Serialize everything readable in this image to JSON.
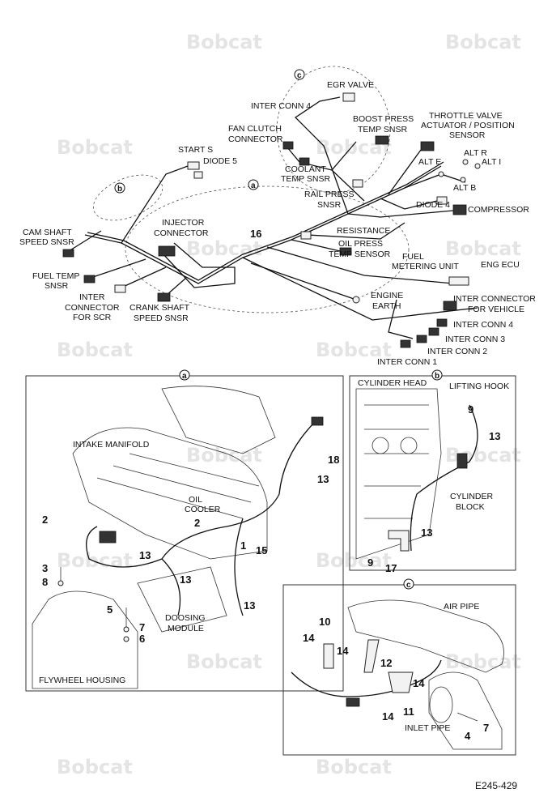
{
  "watermark": "Bobcat",
  "harness_labels": {
    "c_ref": "c",
    "b_ref": "b",
    "a_ref": "a",
    "egr_valve": "EGR VALVE",
    "inter_conn_4_top": "INTER CONN 4",
    "fan_clutch_1": "FAN CLUTCH",
    "fan_clutch_2": "CONNECTOR",
    "boost_1": "BOOST PRESS",
    "boost_2": "TEMP SNSR",
    "throttle_1": "THROTTLE VALVE",
    "throttle_2": "ACTUATOR / POSITION",
    "throttle_3": "SENSOR",
    "start_s": "START S",
    "diode_5": "DIODE 5",
    "alt_r": "ALT R",
    "alt_e": "ALT E",
    "alt_i": "ALT I",
    "coolant_1": "COOLANT",
    "coolant_2": "TEMP SNSR",
    "alt_b": "ALT B",
    "rail_1": "RAIL PRESS",
    "rail_2": "SNSR",
    "diode_4": "DIODE 4",
    "compressor": "COMPRESSOR",
    "injector_1": "INJECTOR",
    "injector_2": "CONNECTOR",
    "cam_1": "CAM SHAFT",
    "cam_2": "SPEED SNSR",
    "resistance": "RESISTANCE",
    "harness_no": "16",
    "oil_press_1": "OIL PRESS",
    "oil_press_2": "TEMP SENSOR",
    "fuel_metering_1": "FUEL",
    "fuel_metering_2": "METERING UNIT",
    "eng_ecu": "ENG ECU",
    "fuel_temp_1": "FUEL TEMP",
    "fuel_temp_2": "SNSR",
    "inter_scr_1": "INTER",
    "inter_scr_2": "CONNECTOR",
    "inter_scr_3": "FOR SCR",
    "engine_earth_1": "ENGINE",
    "engine_earth_2": "EARTH",
    "inter_vehicle_1": "INTER CONNECTOR",
    "inter_vehicle_2": "FOR VEHICLE",
    "crank_1": "CRANK SHAFT",
    "crank_2": "SPEED SNSR",
    "inter_conn_4": "INTER CONN 4",
    "inter_conn_3": "INTER CONN 3",
    "inter_conn_2": "INTER CONN 2",
    "inter_conn_1": "INTER CONN 1"
  },
  "detail_a": {
    "ref": "a",
    "intake_manifold": "INTAKE MANIFOLD",
    "oil_cooler_1": "OIL",
    "oil_cooler_2": "COOLER",
    "doosing_1": "DOOSING",
    "doosing_2": "MODULE",
    "flywheel": "FLYWHEEL HOUSING",
    "callouts": [
      "18",
      "13",
      "2",
      "2",
      "1",
      "15",
      "13",
      "13",
      "3",
      "8",
      "13",
      "5",
      "7",
      "6"
    ]
  },
  "detail_b": {
    "ref": "b",
    "cylinder_head": "CYLINDER HEAD",
    "lifting_hook": "LIFTING HOOK",
    "cylinder_block_1": "CYLINDER",
    "cylinder_block_2": "BLOCK",
    "callouts": [
      "9",
      "13",
      "13",
      "9",
      "17"
    ]
  },
  "detail_c": {
    "ref": "c",
    "air_pipe": "AIR PIPE",
    "inlet_pipe": "INLET PIPE",
    "callouts": [
      "10",
      "14",
      "14",
      "12",
      "14",
      "11",
      "14",
      "4",
      "7"
    ]
  },
  "figure_id": "E245-429"
}
